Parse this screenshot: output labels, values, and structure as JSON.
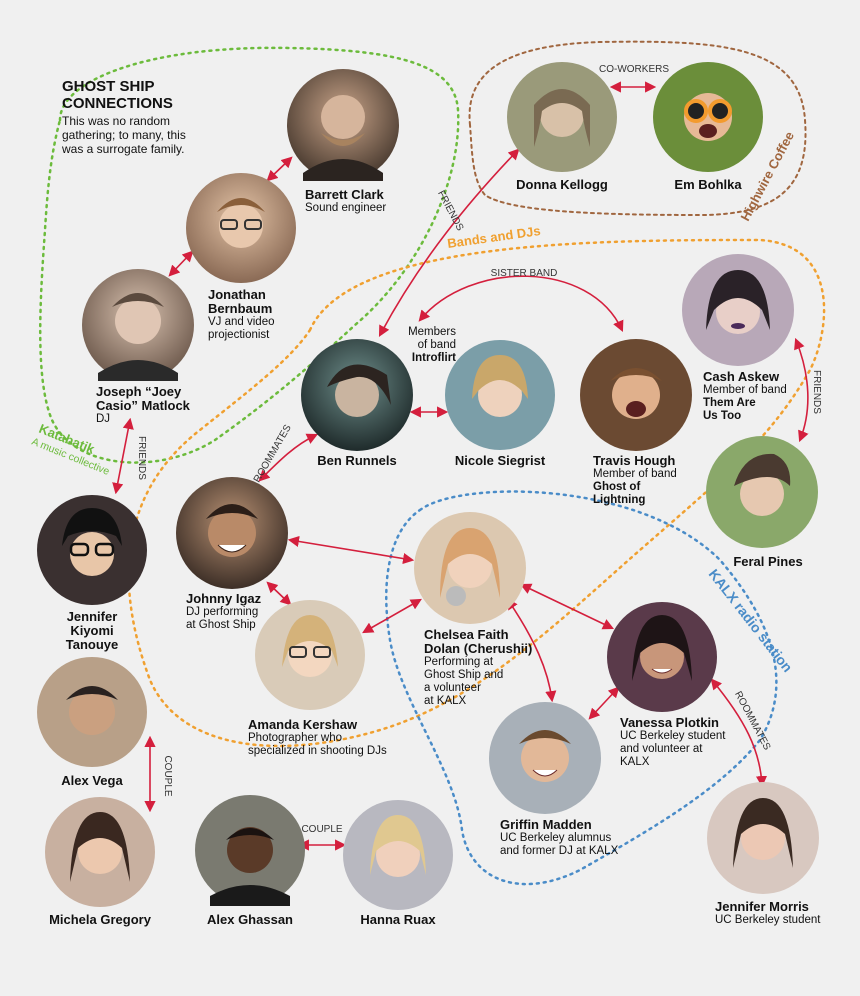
{
  "title": {
    "heading_line1": "GHOST SHIP",
    "heading_line2": "CONNECTIONS",
    "subtitle": "This was no random gathering; to many, this was a surrogate family."
  },
  "groups": {
    "katabatik_name": "Katabatik",
    "katabatik_desc": "A music collective",
    "highwire": "Highwire Coffee",
    "bands": "Bands and DJs",
    "kalx": "KALX radio station"
  },
  "relations": {
    "coworkers": "CO-WORKERS",
    "friends_donna_ben": "FRIENDS",
    "sister_band": "SISTER BAND",
    "friends_joey_jennifer": "FRIENDS",
    "friends_cash_feral": "FRIENDS",
    "roommates_johnny_ben": "ROOMMATES",
    "roommates_vanessa_jennifer": "ROOMMATES",
    "couple_alex_michela": "COUPLE",
    "couple_ghassan_hanna": "COUPLE"
  },
  "people": {
    "barrett": {
      "name": "Barrett Clark",
      "desc": "Sound engineer"
    },
    "jonathan": {
      "name1": "Jonathan",
      "name2": "Bernbaum",
      "desc1": "VJ and video",
      "desc2": "projectionist"
    },
    "joey": {
      "name1": "Joseph “Joey",
      "name2": "Casio” Matlock",
      "desc": "DJ"
    },
    "donna": {
      "name": "Donna Kellogg"
    },
    "em": {
      "name": "Em Bohlka"
    },
    "ben": {
      "name": "Ben Runnels"
    },
    "nicole": {
      "name": "Nicole Siegrist"
    },
    "introflirt": {
      "desc1": "Members",
      "desc2": "of band",
      "band": "Introflirt"
    },
    "travis": {
      "name": "Travis Hough",
      "desc1": "Member of band",
      "band1": "Ghost of",
      "band2": "Lightning"
    },
    "cash": {
      "name": "Cash Askew",
      "desc1": "Member of band",
      "band1": "Them Are",
      "band2": "Us Too"
    },
    "feral": {
      "name": "Feral Pines"
    },
    "johnny": {
      "name": "Johnny Igaz",
      "desc1": "DJ performing",
      "desc2": "at Ghost Ship"
    },
    "chelsea": {
      "name1": "Chelsea Faith",
      "name2": "Dolan (Cherushii)",
      "desc1": "Performing at",
      "desc2": "Ghost Ship and",
      "desc3": "a volunteer",
      "desc4": "at KALX"
    },
    "amanda": {
      "name": "Amanda Kershaw",
      "desc1": "Photographer who",
      "desc2": "specialized in shooting DJs"
    },
    "vanessa": {
      "name": "Vanessa Plotkin",
      "desc1": "UC Berkeley student",
      "desc2": "and volunteer at",
      "desc3": "KALX"
    },
    "griffin": {
      "name": "Griffin Madden",
      "desc1": "UC Berkeley alumnus",
      "desc2": "and former DJ at KALX"
    },
    "jennifer_t": {
      "name1": "Jennifer",
      "name2": "Kiyomi",
      "name3": "Tanouye"
    },
    "alex_vega": {
      "name": "Alex Vega"
    },
    "michela": {
      "name": "Michela Gregory"
    },
    "alex_ghassan": {
      "name": "Alex Ghassan"
    },
    "hanna": {
      "name": "Hanna Ruax"
    },
    "jennifer_m": {
      "name": "Jennifer Morris",
      "desc": "UC Berkeley student"
    }
  },
  "colors": {
    "background": "#f0f0f0",
    "arrow": "#d41f3d",
    "katabatik": "#6cbb3c",
    "highwire": "#a0663f",
    "bands": "#f0a030",
    "kalx": "#4a8cc8"
  }
}
